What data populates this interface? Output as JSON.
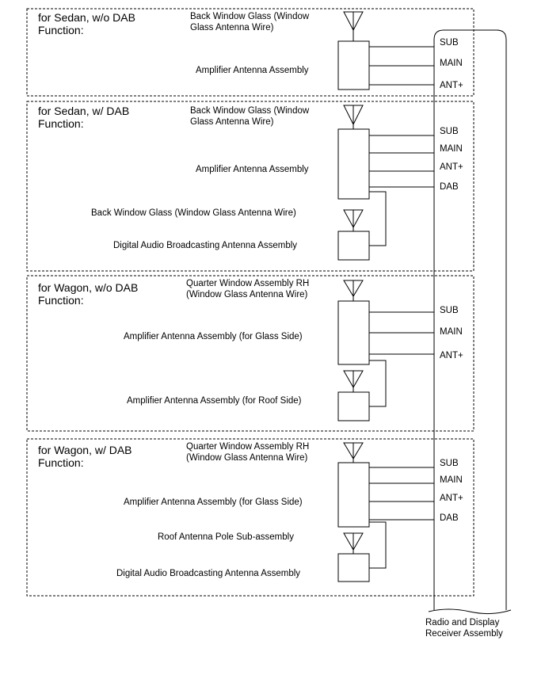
{
  "sections": [
    {
      "title": "for Sedan, w/o DAB\nFunction:",
      "glass_label": "Back Window Glass (Window\nGlass Antenna Wire)",
      "amplifier_label": "Amplifier Antenna Assembly",
      "pins": [
        "SUB",
        "MAIN",
        "ANT+"
      ]
    },
    {
      "title": "for Sedan, w/ DAB\nFunction:",
      "glass_label": "Back Window Glass (Window\nGlass Antenna Wire)",
      "amplifier_label": "Amplifier Antenna Assembly",
      "pins": [
        "SUB",
        "MAIN",
        "ANT+",
        "DAB"
      ],
      "secondary_antenna_label": "Back Window Glass (Window Glass Antenna Wire)",
      "secondary_box_label": "Digital Audio Broadcasting Antenna Assembly"
    },
    {
      "title": "for Wagon, w/o DAB\nFunction:",
      "glass_label": "Quarter Window Assembly RH\n(Window Glass Antenna Wire)",
      "amplifier_label": "Amplifier Antenna Assembly (for Glass Side)",
      "pins": [
        "SUB",
        "MAIN",
        "ANT+"
      ],
      "secondary_box_label": "Amplifier Antenna Assembly (for Roof Side)"
    },
    {
      "title": "for Wagon, w/ DAB\nFunction:",
      "glass_label": "Quarter Window Assembly RH\n(Window Glass Antenna Wire)",
      "amplifier_label": "Amplifier Antenna Assembly (for Glass Side)",
      "pins": [
        "SUB",
        "MAIN",
        "ANT+",
        "DAB"
      ],
      "secondary_antenna_label": "Roof Antenna Pole Sub-assembly",
      "secondary_box_label": "Digital Audio Broadcasting Antenna Assembly"
    }
  ],
  "receiver_label": "Radio and Display\nReceiver Assembly"
}
